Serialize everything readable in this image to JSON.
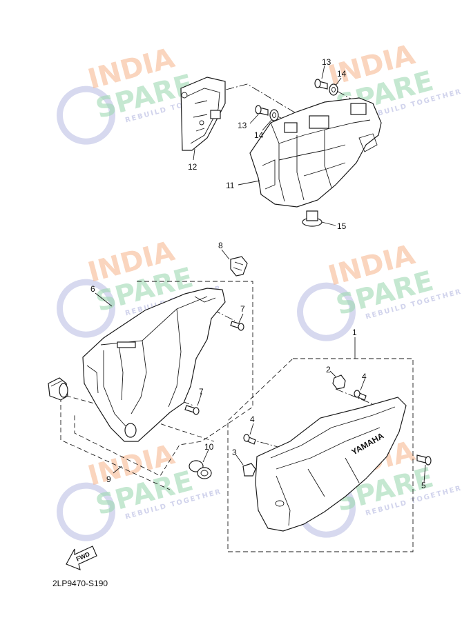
{
  "diagram": {
    "code": "2LP9470-S190",
    "fwd_label": "FWD",
    "brand_text": "YAMAHA",
    "callouts": {
      "c1": "1",
      "c2": "2",
      "c3": "3",
      "c4a": "4",
      "c4b": "4",
      "c5": "5",
      "c6": "6",
      "c7a": "7",
      "c7b": "7",
      "c8": "8",
      "c9": "9",
      "c10": "10",
      "c11": "11",
      "c12": "12",
      "c13a": "13",
      "c13b": "13",
      "c14a": "14",
      "c14b": "14",
      "c15": "15"
    }
  },
  "watermark": {
    "line1": "INDIA",
    "line2": "SPARE",
    "tagline": "REBUILD TOGETHER",
    "colors": {
      "india": "#f6b38a",
      "spare": "#9fd9b3",
      "logo": "#c6c9e8"
    }
  }
}
